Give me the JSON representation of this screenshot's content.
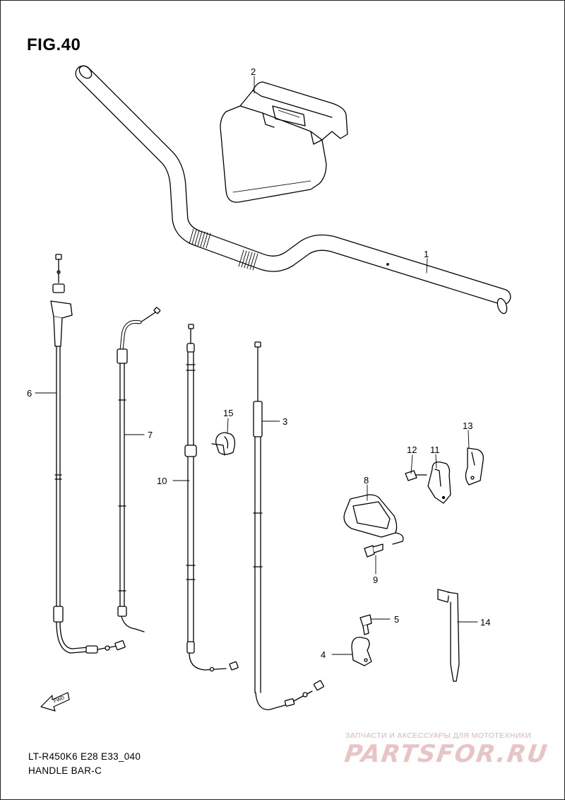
{
  "figure": {
    "title": "FIG.40",
    "model_code": "LT-R450K6 E28 E33_040",
    "subtitle": "HANDLE BAR-C"
  },
  "arrow_label": "FWD",
  "watermark": {
    "text": "ЗАПЧАСТИ И АКСЕССУАРЫ ДЛЯ МОТОТЕХНИКИ",
    "logo": "PARTSFOR.RU"
  },
  "callouts": [
    "1",
    "2",
    "3",
    "4",
    "5",
    "6",
    "7",
    "8",
    "9",
    "10",
    "11",
    "12",
    "13",
    "14",
    "15"
  ]
}
